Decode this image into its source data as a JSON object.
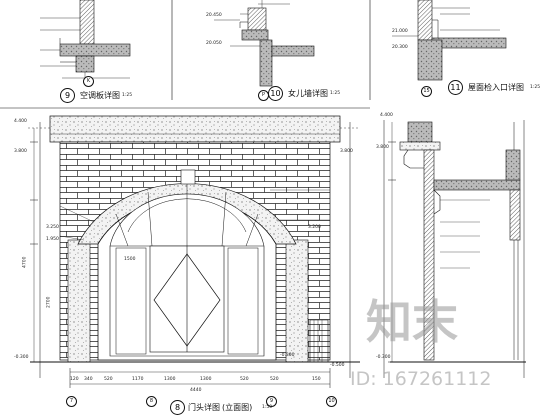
{
  "details": {
    "d9": {
      "number": "9",
      "caption": "空调板详图",
      "scale": "1:25",
      "axis": "K"
    },
    "d10": {
      "number": "10",
      "caption": "女儿墙详图",
      "scale": "1:25",
      "axis": "P",
      "elev_top": "20.450",
      "elev_mid": "20.050"
    },
    "d11": {
      "number": "11",
      "caption": "屋面检入口详图",
      "scale": "1:25",
      "axis": "15",
      "elev_top": "21.000",
      "elev_bot": "20.300"
    }
  },
  "main": {
    "number": "8",
    "caption": "门头详图",
    "caption_note": "(立面图)",
    "scale": "1:50",
    "elevations": {
      "top_left": "4.400",
      "upper_left": "3.800",
      "mid_left": "3.250",
      "lower_left": "1.950",
      "bottom_left": "-0.300",
      "bottom_right": "-0.300",
      "upper_right": "3.800",
      "mid_right": "3.200",
      "bottom_right2": "-0.500"
    },
    "dims_bottom": [
      "120",
      "340",
      "520",
      "1170",
      "1300",
      "1300",
      "520",
      "520",
      "150"
    ],
    "total_width": "4440",
    "height_left": "4700",
    "height_mid": "1500",
    "height_low": "2700",
    "axes": [
      "7",
      "8",
      "9",
      "10"
    ]
  },
  "section": {
    "elev_top": "4.400",
    "elev_mid": "3.800",
    "elev_bot": "-0.300"
  },
  "watermark": {
    "logo_text": "知末",
    "id_text": "ID: 167261112"
  }
}
